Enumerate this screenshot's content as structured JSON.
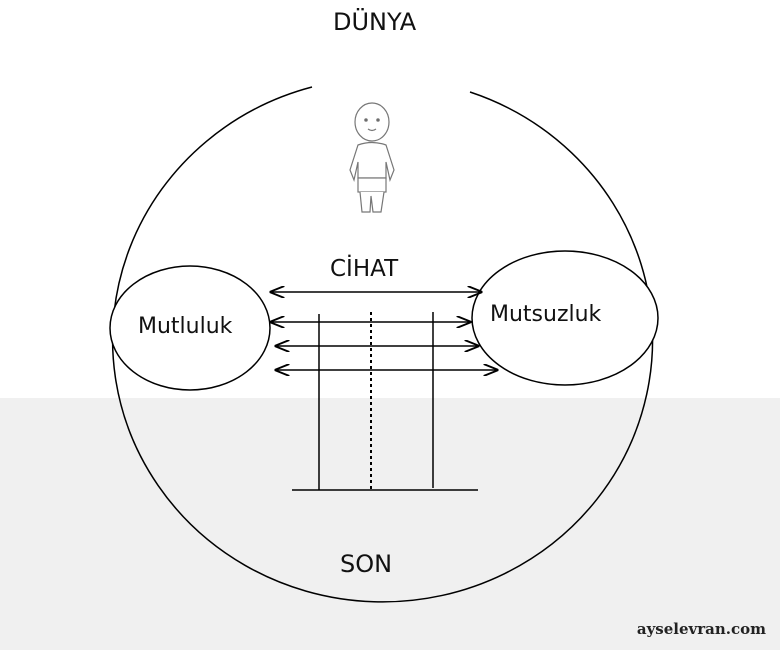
{
  "title": "DÜNYA",
  "center_label": "CİHAT",
  "left_label": "Mutluluk",
  "right_label": "Mutsuzluk",
  "bottom_label": "SON",
  "watermark": "ayselevran.com"
}
